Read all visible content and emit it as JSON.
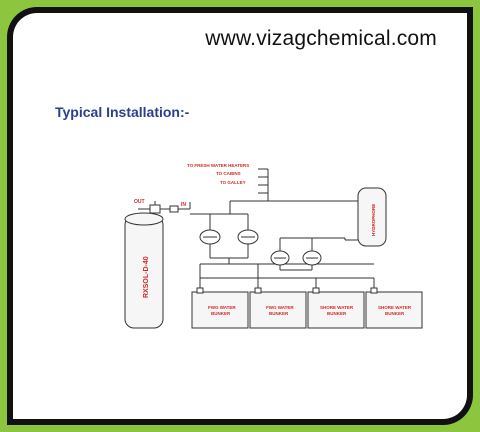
{
  "website": "www.vizagchemical.com",
  "heading": "Typical Installation:-",
  "colors": {
    "outer_background": "#8cc63f",
    "frame": "#111111",
    "heading": "#2b3f8f",
    "label_red": "#d12a2a",
    "line": "#333333"
  },
  "diagram": {
    "destinations": [
      "TO FRESH WATER HEATERS",
      "TO CABINS",
      "TO GALLEY"
    ],
    "inlet_labels": {
      "out": "OUT",
      "in": "IN"
    },
    "dosing_unit": "RXSOL-D-40",
    "hydrophore": "HYDROPHORE",
    "bunkers": [
      {
        "line1": "FWG WATER",
        "line2": "BUNKER"
      },
      {
        "line1": "FWG WATER",
        "line2": "BUNKER"
      },
      {
        "line1": "SHORE WATER",
        "line2": "BUNKER"
      },
      {
        "line1": "SHORE WATER",
        "line2": "BUNKER"
      }
    ]
  }
}
